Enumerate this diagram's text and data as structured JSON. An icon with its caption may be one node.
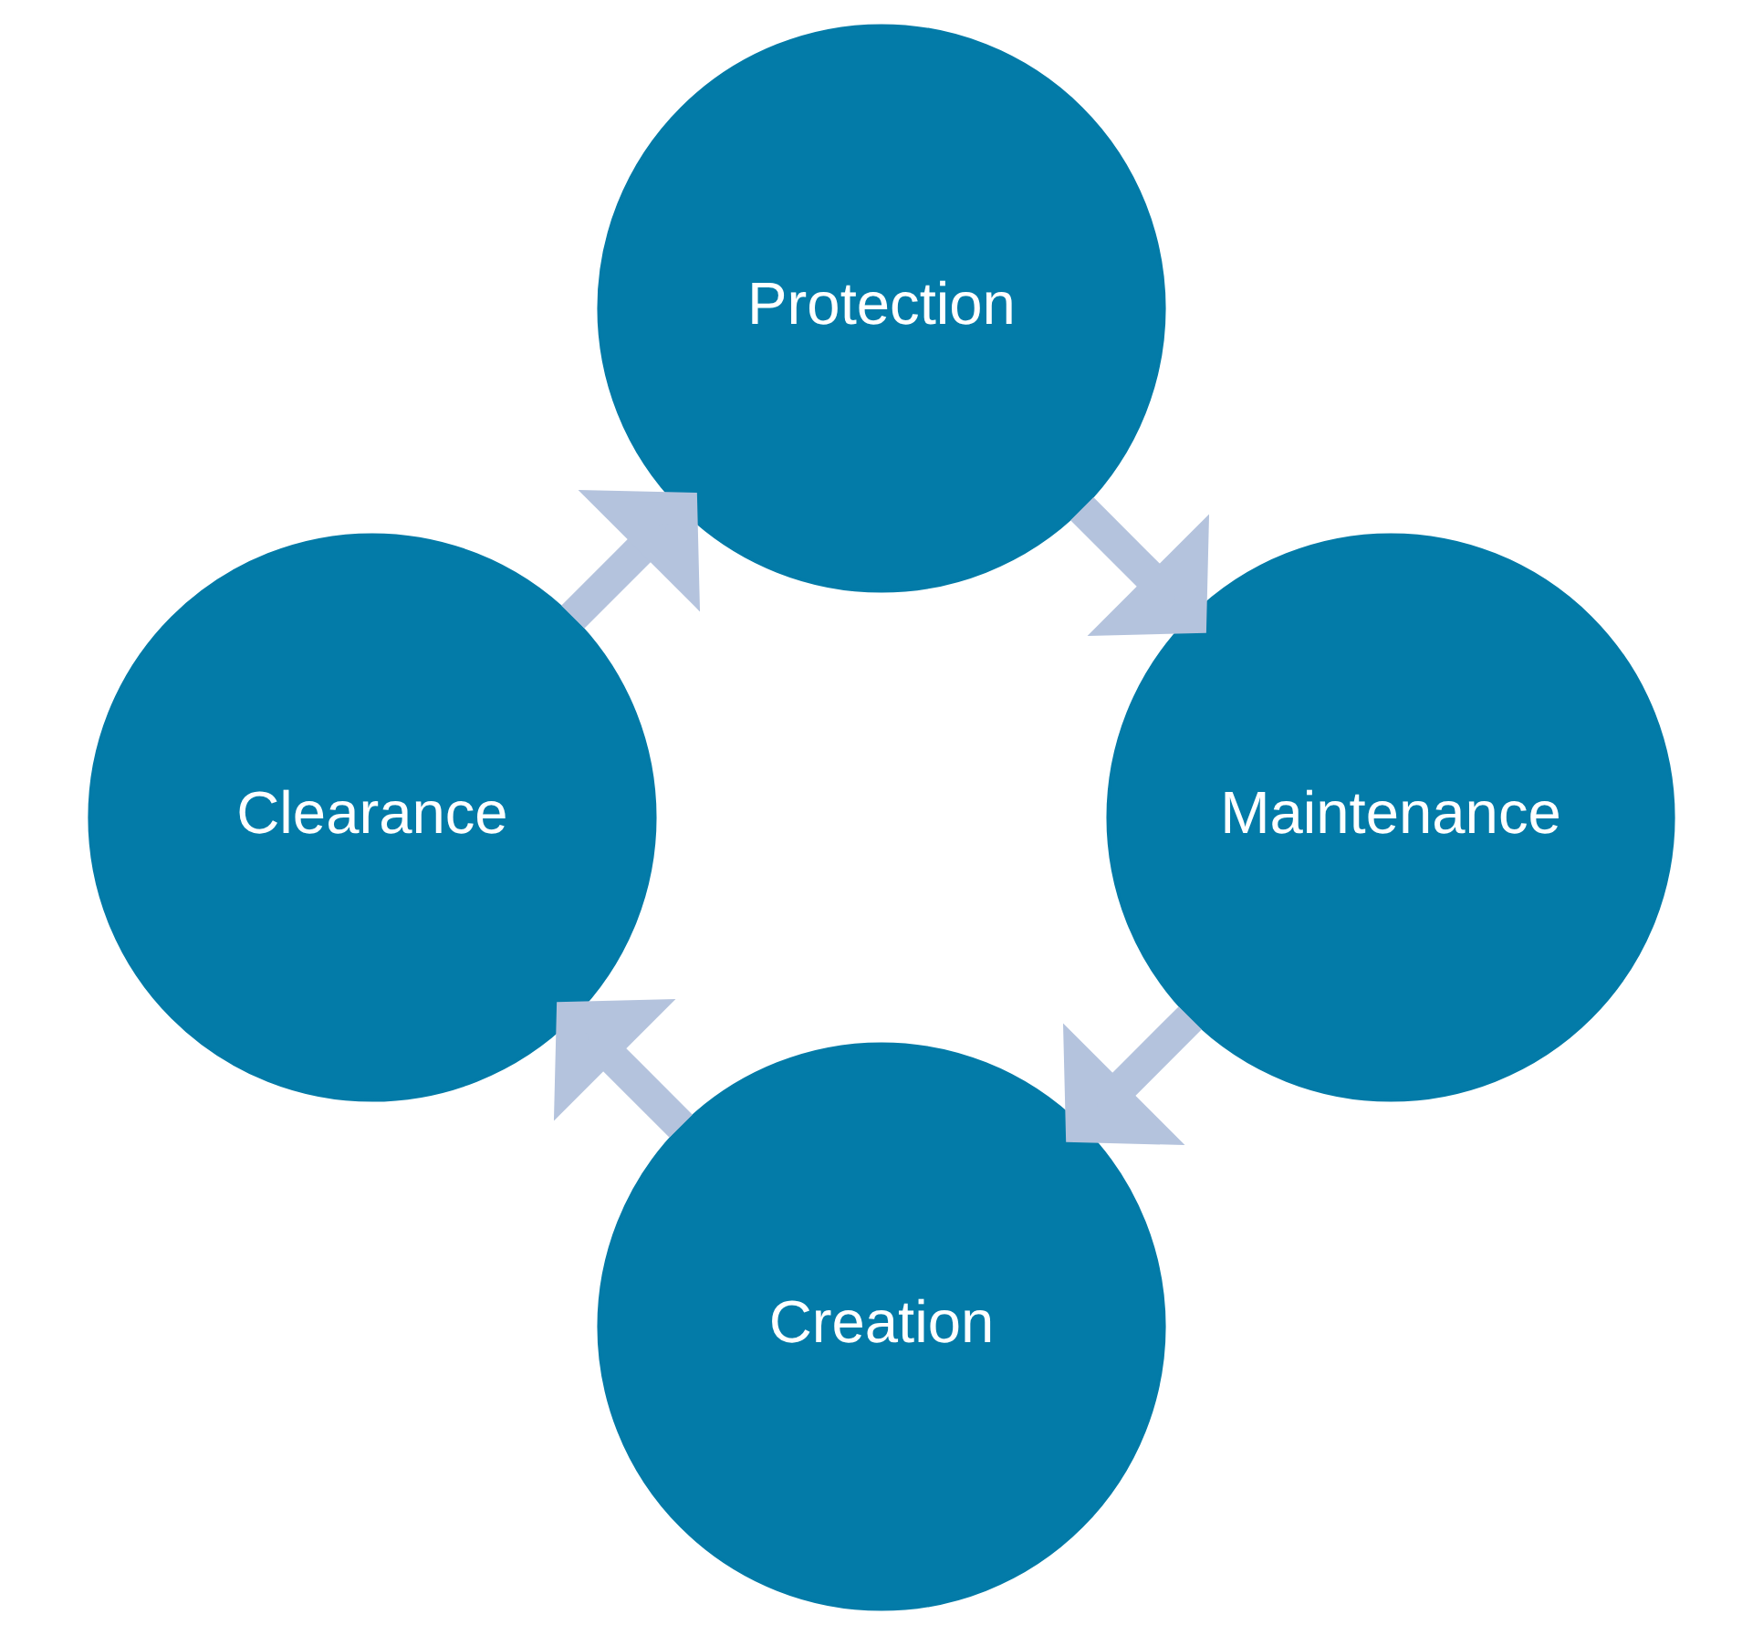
{
  "diagram": {
    "nodes": [
      {
        "text": [
          "Creation"
        ]
      },
      {
        "text": [
          "Clearance"
        ]
      },
      {
        "text": [
          "Protection"
        ]
      },
      {
        "text": [
          "Maintenance"
        ]
      }
    ],
    "edges": [
      {
        "from": 0,
        "to": 1,
        "arrow": "to"
      },
      {
        "from": 1,
        "to": 2,
        "arrow": "to"
      },
      {
        "from": 2,
        "to": 3,
        "arrow": "to"
      },
      {
        "from": 3,
        "to": 0,
        "arrow": "to"
      }
    ]
  }
}
